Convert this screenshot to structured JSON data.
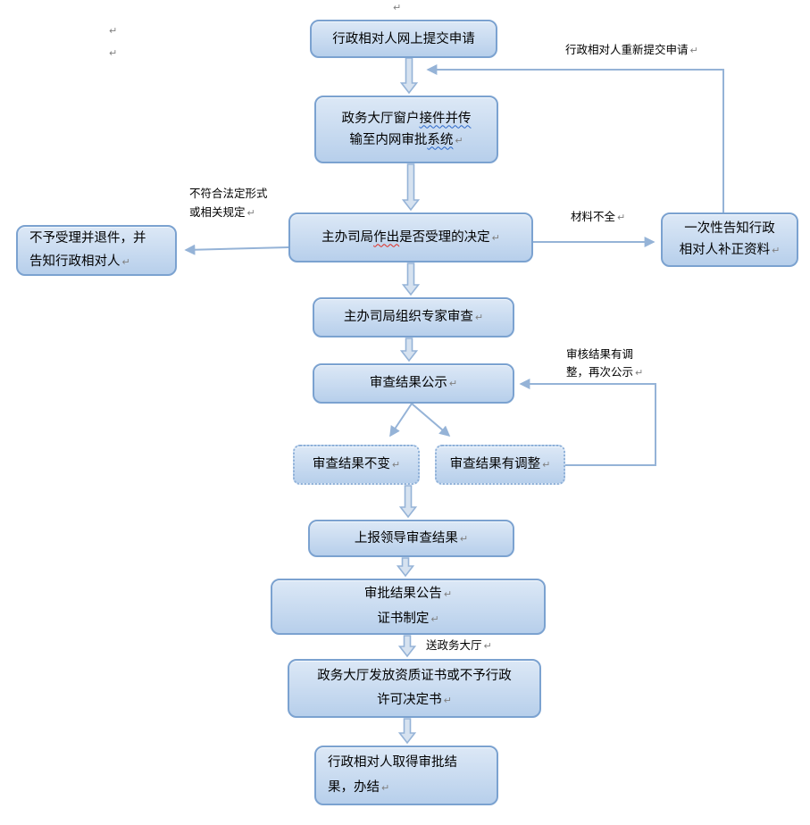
{
  "glyphs": {
    "pilcrow": "↵"
  },
  "colors": {
    "node_border": "#7ba2d0",
    "node_fill_top": "#dce8f6",
    "node_fill_bottom": "#b7cfeb",
    "connector": "#95b3d7",
    "pilcrow_gray": "#808080",
    "spellcheck_red": "#e02b20",
    "spellcheck_blue": "#2a66c8"
  },
  "nodes": {
    "submit": {
      "label": "行政相对人网上提交申请"
    },
    "reception": {
      "line1_a": "政务大厅窗户",
      "line1_b": "接件并传",
      "line2_a": "输至内网审批",
      "line2_b": "系统"
    },
    "decision": {
      "part_a": "主办司局",
      "part_b": "作出",
      "part_c": "是否受理的决定"
    },
    "reject": {
      "line1": "不予受理并退件，并",
      "line2": "告知行政相对人"
    },
    "supplement": {
      "line1": "一次性告知行政",
      "line2": "相对人补正资料"
    },
    "expert": {
      "label": "主办司局组织专家审查"
    },
    "publicity": {
      "label": "审查结果公示"
    },
    "unchanged": {
      "label": "审查结果不变"
    },
    "adjusted": {
      "label": "审查结果有调整"
    },
    "report": {
      "label": "上报领导审查结果"
    },
    "announce": {
      "line1": "审批结果公告",
      "line2": "证书制定"
    },
    "issue": {
      "line1": "政务大厅发放资质证书或不予行政",
      "line2": "许可决定书"
    },
    "complete": {
      "line1": "行政相对人取得审批结",
      "line2": "果，办结"
    }
  },
  "labels": {
    "resubmit": "行政相对人重新提交申请",
    "invalid_line1": "不符合法定形式",
    "invalid_line2": "或相关规定",
    "incomplete": "材料不全",
    "readjust_line1": "审核结果有调",
    "readjust_line2": "整，再次公示",
    "send": "送政务大厅"
  }
}
